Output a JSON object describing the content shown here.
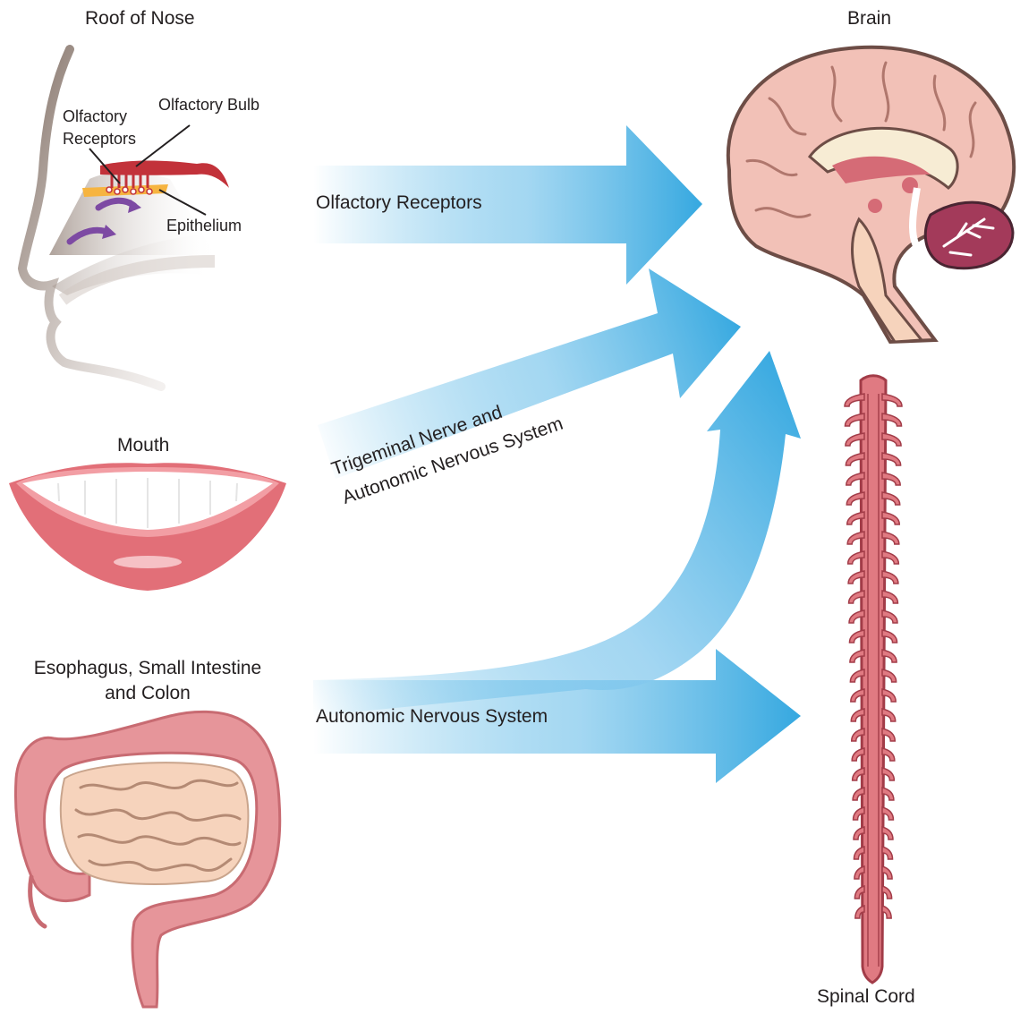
{
  "organs": {
    "nose": "Roof of Nose",
    "mouth": "Mouth",
    "gut_line1": "Esophagus, Small Intestine",
    "gut_line2": "and Colon",
    "brain": "Brain",
    "spinal_cord": "Spinal Cord"
  },
  "nose_parts": {
    "olfactory_receptors_line1": "Olfactory",
    "olfactory_receptors_line2": "Receptors",
    "olfactory_bulb": "Olfactory Bulb",
    "epithelium": "Epithelium"
  },
  "pathways": {
    "top": "Olfactory Receptors",
    "middle_line1": "Trigeminal Nerve and",
    "middle_line2": "Autonomic Nervous System",
    "bottom": "Autonomic Nervous System"
  },
  "colors": {
    "arrow": "#35a8e0",
    "tissue_pink": "#e9a2a4",
    "nerve_red": "#c2323a",
    "brain_fill": "#f2c1b7",
    "lip": "#e26f78",
    "gut_outer": "#e6959a",
    "gut_inner": "#f6d3bc",
    "purple": "#7d4aa3",
    "epithelium": "#f6b440"
  }
}
